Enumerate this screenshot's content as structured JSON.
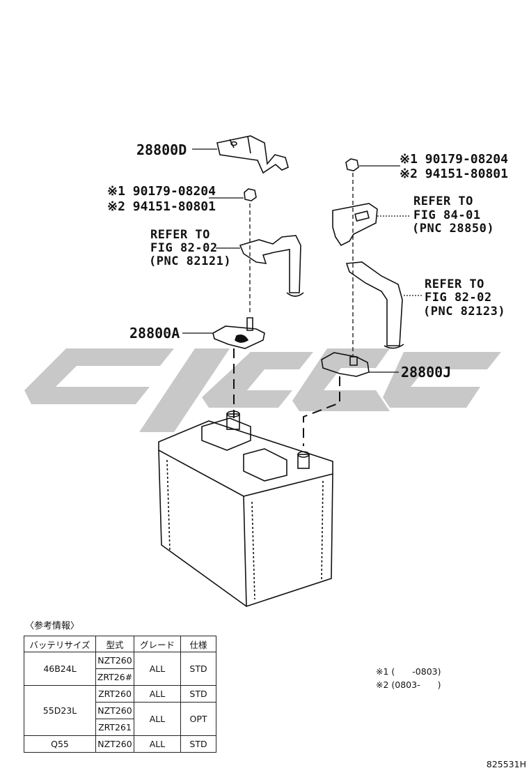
{
  "callouts": {
    "part_d": "28800D",
    "part_a": "28800A",
    "part_j": "28800J",
    "left_nut_1": "※1 90179-08204",
    "left_nut_2": "※2 94151-80801",
    "right_nut_1": "※1 90179-08204",
    "right_nut_2": "※2 94151-80801",
    "ref_left": [
      "REFER TO",
      "FIG 82-02",
      "(PNC 82121)"
    ],
    "ref_right_top": [
      "REFER TO",
      "FIG 84-01",
      "(PNC 28850)"
    ],
    "ref_right_bottom": [
      "REFER TO",
      "FIG 82-02",
      "(PNC 82123)"
    ]
  },
  "table": {
    "title": "〈参考情報〉",
    "headers": [
      "バッテリサイズ",
      "型式",
      "グレード",
      "仕様"
    ],
    "groups": [
      {
        "size": "46B24L",
        "rows": [
          {
            "model": "NZT260",
            "grade": "ALL",
            "spec": "STD"
          },
          {
            "model": "ZRT26#",
            "grade": "",
            "spec": ""
          }
        ]
      },
      {
        "size": "55D23L",
        "rows": [
          {
            "model": "ZRT260",
            "grade": "ALL",
            "spec": "STD"
          },
          {
            "model": "NZT260",
            "grade": "ALL",
            "spec": "OPT"
          },
          {
            "model": "ZRT261",
            "grade": "",
            "spec": ""
          }
        ]
      },
      {
        "size": "Q55",
        "rows": [
          {
            "model": "NZT260",
            "grade": "ALL",
            "spec": "STD"
          }
        ]
      }
    ]
  },
  "notes": [
    "※1 (　　-0803)",
    "※2 (0803-　　)"
  ],
  "drawing_id": "825531H",
  "colors": {
    "line": "#111111",
    "watermark": "#c8c8c8"
  }
}
